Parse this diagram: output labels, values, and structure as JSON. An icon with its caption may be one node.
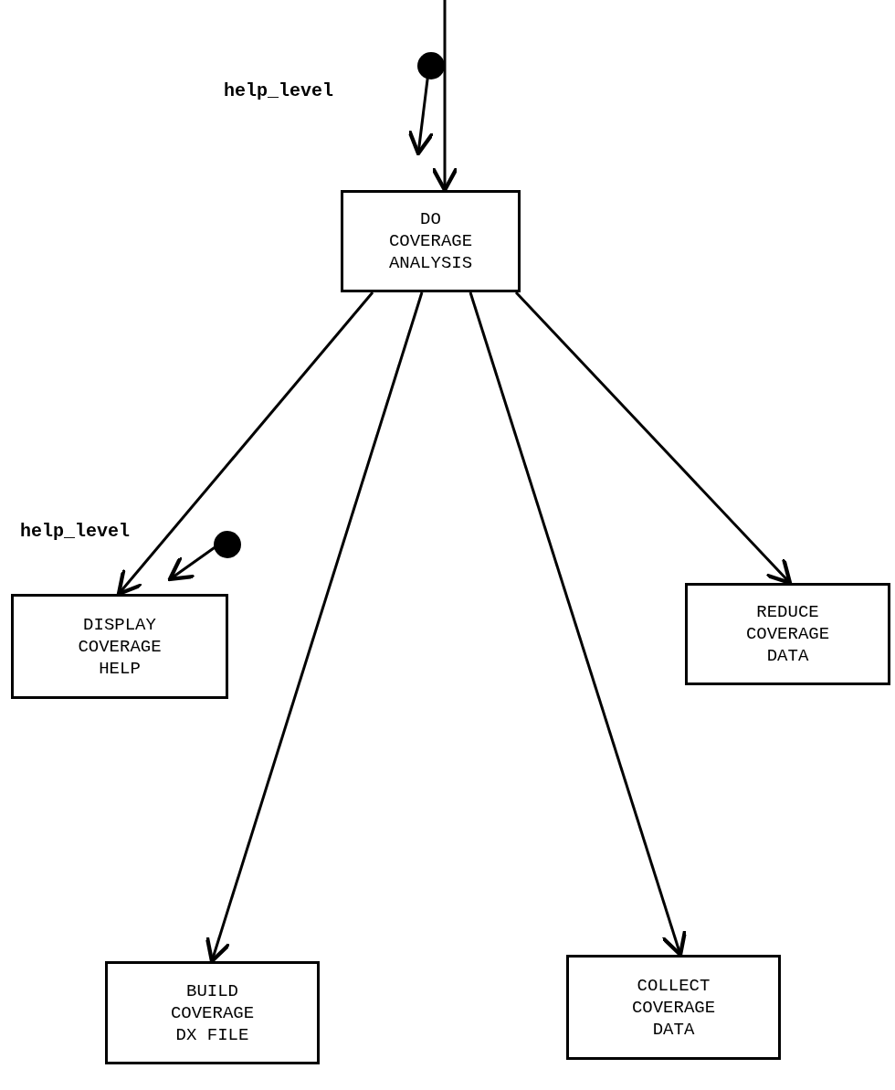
{
  "diagram": {
    "nodes": [
      {
        "text": [
          "DO COVERAGE ANALYSIS"
        ]
      },
      {
        "text": [
          "DISPLAY COVERAGE HELP"
        ]
      },
      {
        "text": [
          "REDUCE COVERAGE DATA"
        ]
      },
      {
        "text": [
          "BUILD COVERAGE DX FILE"
        ]
      },
      {
        "text": [
          "COLLECT COVERAGE DATA"
        ]
      }
    ],
    "edges": [
      {
        "from": null,
        "to": 0,
        "arrow": "to"
      },
      {
        "from": 0,
        "to": 1,
        "arrow": "to"
      },
      {
        "from": 0,
        "to": 2,
        "arrow": "to"
      },
      {
        "from": 0,
        "to": 3,
        "arrow": "to"
      },
      {
        "from": 0,
        "to": 4,
        "arrow": "to"
      }
    ],
    "labels": [
      "help_level",
      "help_level"
    ]
  }
}
